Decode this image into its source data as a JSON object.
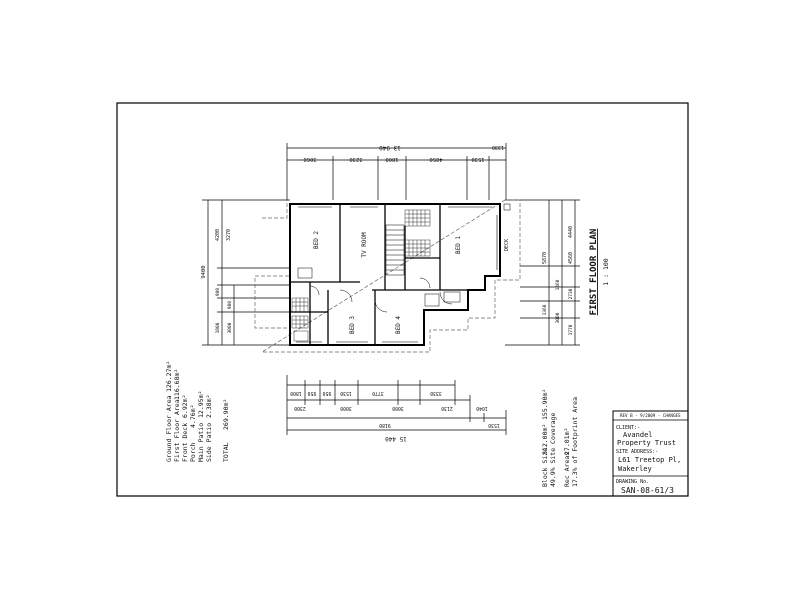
{
  "plan": {
    "title": "FIRST FLOOR PLAN",
    "scale": "1 : 100",
    "rooms": {
      "bed2": "BED 2",
      "tv": "TV ROOM",
      "bed1": "BED 1",
      "bed3": "BED 3",
      "bed4": "BED 4",
      "deck": "DECK"
    },
    "top_dims": {
      "overall": "13 940",
      "parts": [
        "3060",
        "3230",
        "1800",
        "4050",
        "1530",
        "1330"
      ]
    },
    "bottom_dims": {
      "overall": "15 440",
      "row1": [
        "1800",
        "950",
        "950",
        "1530",
        "3770",
        "3330"
      ],
      "row2": [
        "2300",
        "3000",
        "3000",
        "2130",
        "1040"
      ],
      "row3": [
        "9180",
        "1530"
      ]
    },
    "left_dims": {
      "overall": "9400",
      "parts": [
        "4200",
        "3270",
        "900",
        "900",
        "1800",
        "3000"
      ]
    },
    "right_dims": {
      "parts": [
        "4440",
        "5870",
        "4560",
        "1460",
        "2730",
        "1360",
        "3000",
        "1770"
      ]
    }
  },
  "areas": {
    "rows": [
      {
        "label": "Ground Floor Area",
        "value": "126.27m²"
      },
      {
        "label": "First Floor Area",
        "value": "116.68m²"
      },
      {
        "label": "Front Deck",
        "value": "6.92m²"
      },
      {
        "label": "Porch",
        "value": "4.76m²"
      },
      {
        "label": "Main Patio",
        "value": "12.95m²"
      },
      {
        "label": "Side Patio",
        "value": "2.38m²"
      }
    ],
    "total_label": "TOTAL",
    "total_value": "269.90m²"
  },
  "site": {
    "block_size_label": "Block Size",
    "block_size_value": "312.00m²",
    "block_value2": "155.90m²",
    "coverage": "49.9% Site Coverage",
    "rec_areas_label": "Rec Areas",
    "rec_areas_value": "27.01m²",
    "footprint": "17.3% of Footprint Area"
  },
  "title_block": {
    "revision": "REV B - 9/2009 - CHANGES",
    "client_label": "CLIENT:-",
    "client_line1": "Avandel",
    "client_line2": "Property Trust",
    "site_label": "SITE ADDRESS:-",
    "site_line1": "L61 Treetop Pl,",
    "site_line2": "Wakerley",
    "drawing_label": "DRAWING No.",
    "drawing_no": "SAN-08-61/3"
  }
}
